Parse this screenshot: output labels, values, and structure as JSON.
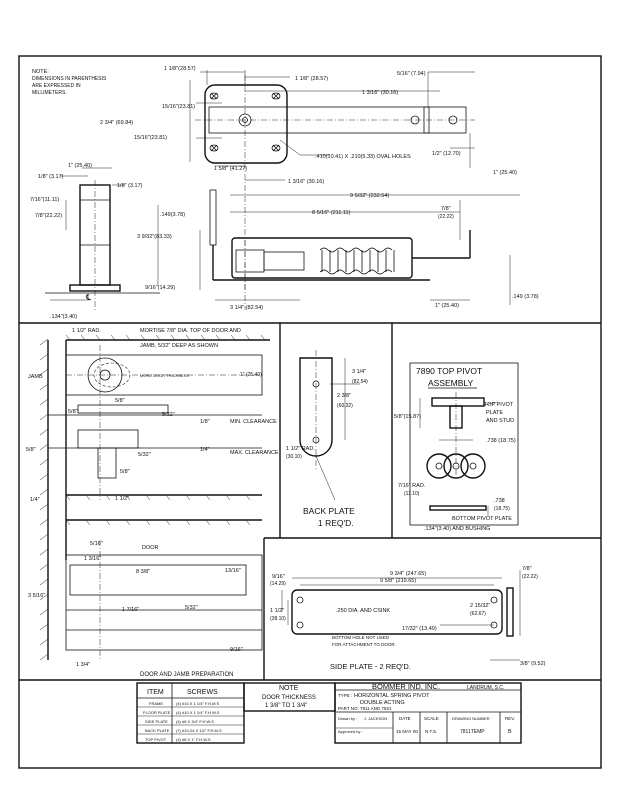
{
  "note": {
    "line1": "NOTE:",
    "line2": "DIMENSIONS IN PARENTHESIS",
    "line3": "ARE EXPRESSED IN",
    "line4": "MILLIMETERS."
  },
  "top_view": {
    "d1": "1 1/8\"(28.57)",
    "d2": "1 1/8\" (28.57)",
    "d3": "5/16\" (7.94)",
    "d4": "1 3/16\" (30.16)",
    "d5": "15/16\"(23.81)",
    "d6": "2 3/4\" (69.84)",
    "d7": "15/16\"(23.81)",
    "d8": "1/2\" (12.70)",
    "d9": "1\" (25.40)",
    "d10": "1\" (25.40)",
    "d11": "1 5/8\" (41.27)",
    "d12": ".410(10.41) X .210(5.33) OVAL HOLES",
    "d13": "1/8\" (3.17)",
    "d14": "1/8\" (3.17)",
    "d15": "1 3/16\" (30.16)",
    "d16": "9 5/32\" (232.54)",
    "d17": "7/16\"(11.11)",
    "d18": "8 5/16\" (211.11)",
    "d19": "7/8\"",
    "d20": "(22.22)",
    "d21": "7/8\"(22.22)",
    "d22": ".149(3.78)",
    "d23": "3 9/32\"(83.33)",
    "d24": "9/16\"(14.29)",
    "d25": "3 1/4\" (82.54)",
    "d26": "1\" (25.40)",
    "d27": ".149 (3.78)",
    "d28": ".134\"(3.40)",
    "d29": "℄"
  },
  "prep": {
    "rad": "1 1/2\" RAD.",
    "mortise1": "MORTISE 7/8\" DIA. TOP OF DOOR AND",
    "mortise2": "JAMB, 5/32\" DEEP AS SHOWN",
    "jamb": "JAMB",
    "thick": "MORE DOOR THICKNESS",
    "t1": "1\" (25.40)",
    "a": "5/8\"",
    "b": "5/8\"",
    "c": "5/32\"",
    "d": "1/8\"",
    "min": "MIN. CLEARANCE",
    "e": "5/8\"",
    "f": "5/32\"",
    "g": "1/4\"",
    "max": "MAX. CLEARANCE",
    "h": "5/8\"",
    "i": "1/4\"",
    "j": "1 1/2\"",
    "door": "DOOR",
    "k": "5/16\"",
    "l": "1 3/16\"",
    "m": "3 5/16\"",
    "n": "8 3/8\"",
    "o": "13/16\"",
    "p": "1 7/16\"",
    "q": "5/32\"",
    "r": "9/16\"",
    "s": "1 3/4\"",
    "title": "DOOR AND JAMB PREPARATION"
  },
  "backplate": {
    "d1": "3 1/4\"",
    "d1b": "(82.54)",
    "d2": "2 3/8\"",
    "d2b": "(60.32)",
    "rad": "1 1/2\" RAD.",
    "radb": "(30.10)",
    "title1": "BACK PLATE",
    "title2": "1 REQ'D."
  },
  "pivot": {
    "title1": "7890 TOP PIVOT",
    "title2": "ASSEMBLY",
    "top1": "TOP PIVOT",
    "top2": "PLATE",
    "top3": "AND STUD",
    "d1": "5/8\"(15.87)",
    "d2": ".738 (18.75)",
    "rad": "7/16\" RAD.",
    "radb": "(11.10)",
    "d3": ".738",
    "d3b": "(18.75)",
    "bottom1": "BOTTOM PIVOT PLATE",
    "bottom2": ".134\"(3.40) AND BUSHING"
  },
  "sideplate": {
    "d1": "9 3/4\" (247.65)",
    "d2": "9 5/8\" (219.65)",
    "d3": "7/8\"",
    "d3b": "(22.22)",
    "d4": "9/16\"",
    "d4b": "(14.29)",
    "d5": "2 15/32\"",
    "d5b": "(62.67)",
    "d6": "1 1/2\"",
    "d6b": "(38.10)",
    "d7": ".250 DIA. AND CSINK",
    "note1": "BOTTOM HOLE NOT USED",
    "note2": "FOR ATTACHMENT TO DOOR.",
    "d8": "17/32\" (13.49)",
    "d9": "3/8\" (9.52)",
    "title": "SIDE PLATE - 2 REQ'D."
  },
  "table": {
    "item": "ITEM",
    "screws": "SCREWS",
    "rows": [
      {
        "item": "FRAME",
        "screw": "(4) #10 X 1 1/4\" F.H.M.S"
      },
      {
        "item": "FLOOR PLATE",
        "screw": "(4) #10 X 1 1/4\" F.H.W.S"
      },
      {
        "item": "SIDE PLATE",
        "screw": "(4) #8 X 3/4\" F.H.W.S"
      },
      {
        "item": "BACK PLATE",
        "screw": "(7) #10-24 X 1/2\" F.H.M.S"
      },
      {
        "item": "TOP PIVOT",
        "screw": "(4) #8 X 1\" F.H.W.S"
      }
    ]
  },
  "note_box": {
    "title": "NOTE",
    "l1": "DOOR THICKNESS",
    "l2": "1 3/8\" TO 1 3/4\""
  },
  "title_block": {
    "company": "BOMMER IND. INC.",
    "city": "LANDRUM, S.C.",
    "type_label": "TYPE :",
    "type1": "HORIZONTAL SPRING PIVOT",
    "type2": "DOUBLE ACTING",
    "part": "PART NO: 7811 AND 7821",
    "drawn": "Drawn by :",
    "drawn_v": "J. JACKSON",
    "approved": "Approved by :",
    "date": "DATE",
    "date_v": "15 MAY 00",
    "scale": "SCALE",
    "scale_v": "N.T.S.",
    "dwg": "DRAWING NUMBER",
    "dwg_v": "7811TEMP",
    "rev": "REV.",
    "rev_v": "B"
  }
}
